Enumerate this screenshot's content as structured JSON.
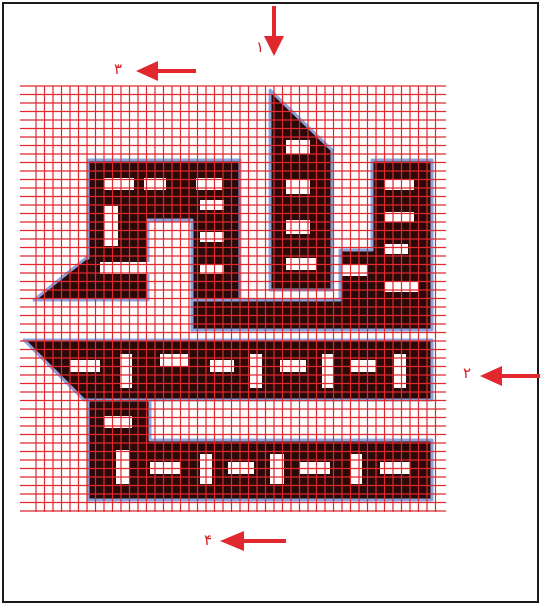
{
  "figure": {
    "background": "#ffffff",
    "border_color": "#1a1a1a"
  },
  "grid": {
    "line_color": "#e0282e",
    "cell_fill_color": "#2a0a08",
    "outline_color": "#8aa4e0"
  },
  "markers": [
    {
      "id": "1",
      "label": "۱",
      "direction": "down"
    },
    {
      "id": "2",
      "label": "۲",
      "direction": "left"
    },
    {
      "id": "3",
      "label": "۳",
      "direction": "left"
    },
    {
      "id": "4",
      "label": "۴",
      "direction": "left"
    }
  ]
}
